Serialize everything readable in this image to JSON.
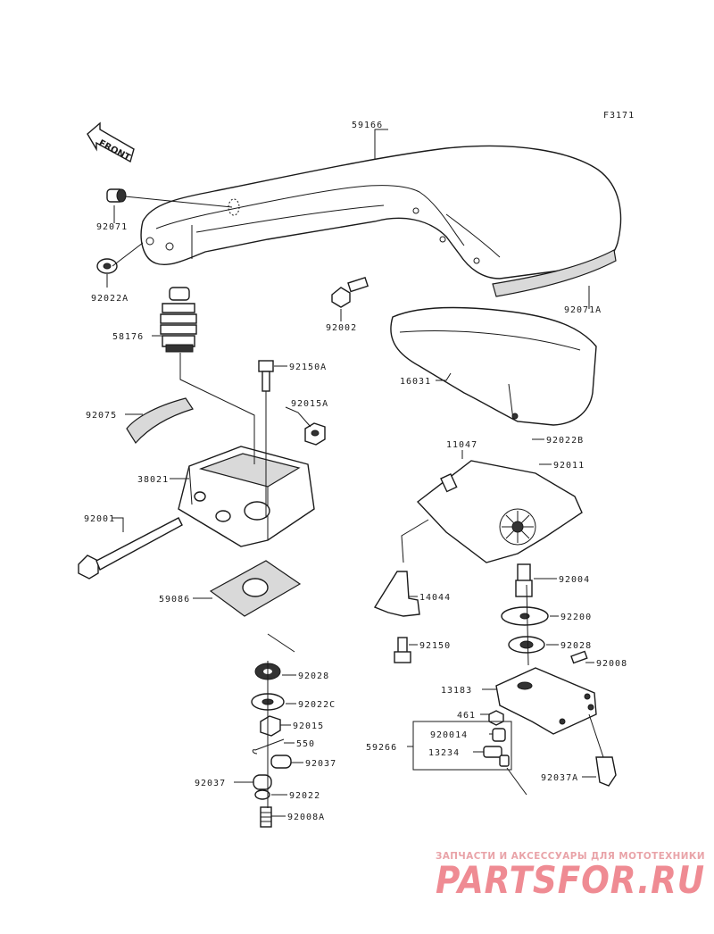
{
  "diagram_code": "F3171",
  "front_label": "FRONT",
  "parts": [
    {
      "key": "p59166",
      "number": "59166"
    },
    {
      "key": "p92071",
      "number": "92071"
    },
    {
      "key": "p92022A",
      "number": "92022A"
    },
    {
      "key": "p92071A",
      "number": "92071A"
    },
    {
      "key": "p92002",
      "number": "92002"
    },
    {
      "key": "p58176",
      "number": "58176"
    },
    {
      "key": "p16031",
      "number": "16031"
    },
    {
      "key": "p92150A",
      "number": "92150A"
    },
    {
      "key": "p92015A",
      "number": "92015A"
    },
    {
      "key": "p92075",
      "number": "92075"
    },
    {
      "key": "p92022B",
      "number": "92022B"
    },
    {
      "key": "p92011",
      "number": "92011"
    },
    {
      "key": "p11047",
      "number": "11047"
    },
    {
      "key": "p38021",
      "number": "38021"
    },
    {
      "key": "p92001",
      "number": "92001"
    },
    {
      "key": "p92004",
      "number": "92004"
    },
    {
      "key": "p59086",
      "number": "59086"
    },
    {
      "key": "p14044",
      "number": "14044"
    },
    {
      "key": "p92200",
      "number": "92200"
    },
    {
      "key": "p92150",
      "number": "92150"
    },
    {
      "key": "p92028r",
      "number": "92028"
    },
    {
      "key": "p92028l",
      "number": "92028"
    },
    {
      "key": "p92008",
      "number": "92008"
    },
    {
      "key": "p13183",
      "number": "13183"
    },
    {
      "key": "p92022C",
      "number": "92022C"
    },
    {
      "key": "p461",
      "number": "461"
    },
    {
      "key": "p92015",
      "number": "92015"
    },
    {
      "key": "p92001A",
      "number": "920014"
    },
    {
      "key": "p59266",
      "number": "59266"
    },
    {
      "key": "p550",
      "number": "550"
    },
    {
      "key": "p13234",
      "number": "13234"
    },
    {
      "key": "p92037r",
      "number": "92037"
    },
    {
      "key": "p92037l",
      "number": "92037"
    },
    {
      "key": "p92037A",
      "number": "92037A"
    },
    {
      "key": "p92022",
      "number": "92022"
    },
    {
      "key": "p92008A",
      "number": "92008A"
    }
  ],
  "watermark": {
    "tagline": "ЗАПЧАСТИ И АКСЕССУАРЫ ДЛЯ МОТОТЕХНИКИ",
    "brand": "PARTSFOR.RU"
  },
  "colors": {
    "line": "#1a1a1a",
    "watermark": "#ef8b93"
  }
}
